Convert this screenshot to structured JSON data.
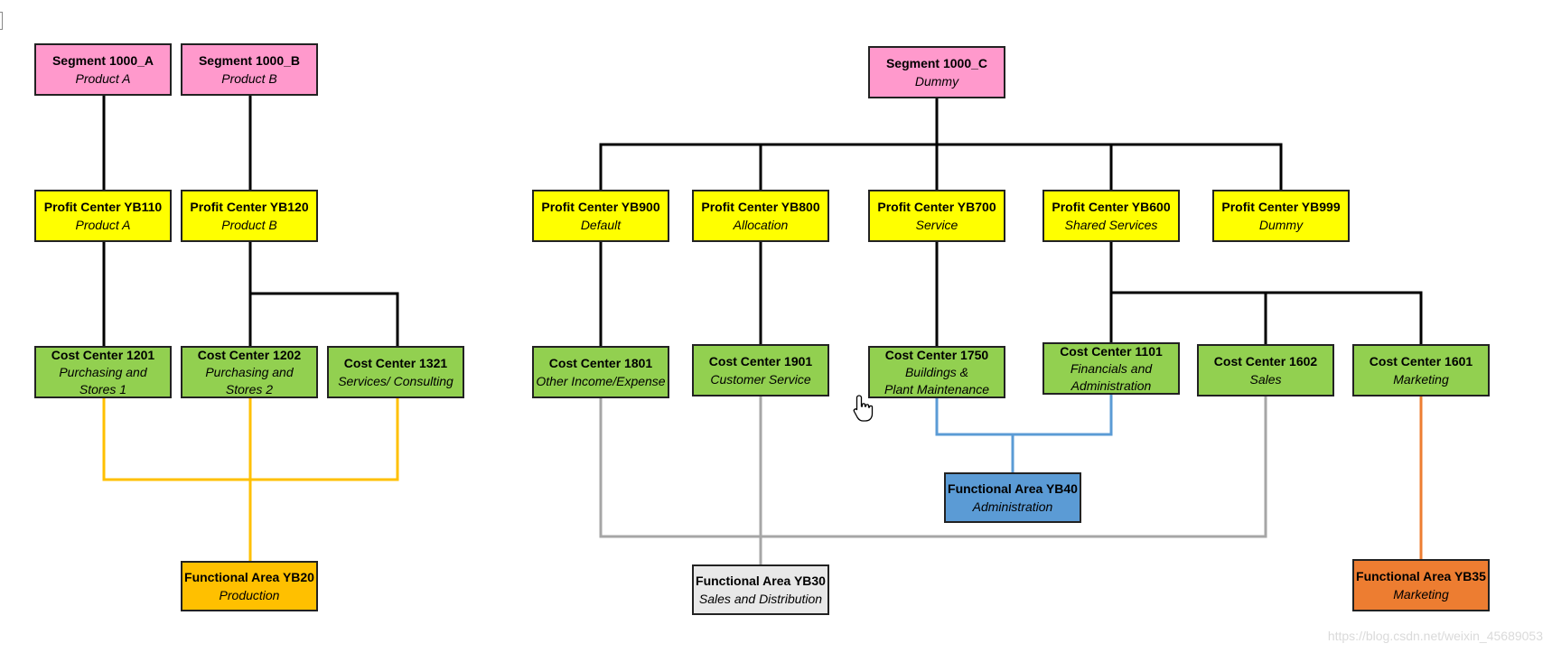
{
  "colors": {
    "segment": "#ff99cc",
    "profit": "#ffff00",
    "cost": "#92d050",
    "fa_yellow": "#ffc000",
    "fa_grey": "#e8e8e8",
    "fa_blue": "#5b9bd5",
    "fa_orange": "#ed7d31",
    "line_black": "#000000",
    "line_yellow": "#ffc000",
    "line_grey": "#a6a6a6",
    "line_blue": "#5b9bd5",
    "line_orange": "#ed7d31"
  },
  "nodes": [
    {
      "id": "seg-a",
      "title": "Segment 1000_A",
      "subtitle": "Product A",
      "fill": "segment"
    },
    {
      "id": "seg-b",
      "title": "Segment 1000_B",
      "subtitle": "Product B",
      "fill": "segment"
    },
    {
      "id": "seg-c",
      "title": "Segment 1000_C",
      "subtitle": "Dummy",
      "fill": "segment"
    },
    {
      "id": "pc-yb110",
      "title": "Profit Center YB110",
      "subtitle": "Product A",
      "fill": "profit"
    },
    {
      "id": "pc-yb120",
      "title": "Profit Center YB120",
      "subtitle": "Product B",
      "fill": "profit"
    },
    {
      "id": "pc-yb900",
      "title": "Profit Center YB900",
      "subtitle": "Default",
      "fill": "profit"
    },
    {
      "id": "pc-yb800",
      "title": "Profit Center YB800",
      "subtitle": "Allocation",
      "fill": "profit"
    },
    {
      "id": "pc-yb700",
      "title": "Profit Center YB700",
      "subtitle": "Service",
      "fill": "profit"
    },
    {
      "id": "pc-yb600",
      "title": "Profit Center YB600",
      "subtitle": "Shared Services",
      "fill": "profit"
    },
    {
      "id": "pc-yb999",
      "title": "Profit Center YB999",
      "subtitle": "Dummy",
      "fill": "profit"
    },
    {
      "id": "cc-1201",
      "title": "Cost Center 1201",
      "subtitle": "Purchasing and\nStores 1",
      "fill": "cost"
    },
    {
      "id": "cc-1202",
      "title": "Cost Center 1202",
      "subtitle": "Purchasing and\nStores 2",
      "fill": "cost"
    },
    {
      "id": "cc-1321",
      "title": "Cost Center 1321",
      "subtitle": "Services/ Consulting",
      "fill": "cost"
    },
    {
      "id": "cc-1801",
      "title": "Cost Center 1801",
      "subtitle": "Other Income/Expense",
      "fill": "cost"
    },
    {
      "id": "cc-1901",
      "title": "Cost Center 1901",
      "subtitle": "Customer Service",
      "fill": "cost"
    },
    {
      "id": "cc-1750",
      "title": "Cost Center 1750",
      "subtitle": "Buildings &\nPlant Maintenance",
      "fill": "cost"
    },
    {
      "id": "cc-1101",
      "title": "Cost Center 1101",
      "subtitle": "Financials and\nAdministration",
      "fill": "cost"
    },
    {
      "id": "cc-1602",
      "title": "Cost Center 1602",
      "subtitle": "Sales",
      "fill": "cost"
    },
    {
      "id": "cc-1601",
      "title": "Cost Center 1601",
      "subtitle": "Marketing",
      "fill": "cost"
    },
    {
      "id": "fa-yb20",
      "title": "Functional Area YB20",
      "subtitle": "Production",
      "fill": "fa_yellow"
    },
    {
      "id": "fa-yb30",
      "title": "Functional Area YB30",
      "subtitle": "Sales and Distribution",
      "fill": "fa_grey"
    },
    {
      "id": "fa-yb40",
      "title": "Functional Area YB40",
      "subtitle": "Administration",
      "fill": "fa_blue"
    },
    {
      "id": "fa-yb35",
      "title": "Functional Area YB35",
      "subtitle": "Marketing",
      "fill": "fa_orange"
    }
  ],
  "connectors": [
    {
      "from": "seg-a",
      "to": "pc-yb110",
      "color": "line_black"
    },
    {
      "from": "seg-b",
      "to": "pc-yb120",
      "color": "line_black"
    },
    {
      "from": "seg-c",
      "to": "pc-yb900",
      "color": "line_black"
    },
    {
      "from": "seg-c",
      "to": "pc-yb800",
      "color": "line_black"
    },
    {
      "from": "seg-c",
      "to": "pc-yb700",
      "color": "line_black"
    },
    {
      "from": "seg-c",
      "to": "pc-yb600",
      "color": "line_black"
    },
    {
      "from": "seg-c",
      "to": "pc-yb999",
      "color": "line_black"
    },
    {
      "from": "pc-yb110",
      "to": "cc-1201",
      "color": "line_black"
    },
    {
      "from": "pc-yb120",
      "to": "cc-1202",
      "color": "line_black"
    },
    {
      "from": "pc-yb120",
      "to": "cc-1321",
      "color": "line_black"
    },
    {
      "from": "pc-yb900",
      "to": "cc-1801",
      "color": "line_black"
    },
    {
      "from": "pc-yb800",
      "to": "cc-1901",
      "color": "line_black"
    },
    {
      "from": "pc-yb700",
      "to": "cc-1750",
      "color": "line_black"
    },
    {
      "from": "pc-yb600",
      "to": "cc-1101",
      "color": "line_black"
    },
    {
      "from": "pc-yb600",
      "to": "cc-1602",
      "color": "line_black"
    },
    {
      "from": "pc-yb600",
      "to": "cc-1601",
      "color": "line_black"
    },
    {
      "from": "cc-1201",
      "to": "fa-yb20",
      "color": "line_yellow"
    },
    {
      "from": "cc-1202",
      "to": "fa-yb20",
      "color": "line_yellow"
    },
    {
      "from": "cc-1321",
      "to": "fa-yb20",
      "color": "line_yellow"
    },
    {
      "from": "cc-1801",
      "to": "fa-yb30",
      "color": "line_grey"
    },
    {
      "from": "cc-1901",
      "to": "fa-yb30",
      "color": "line_grey"
    },
    {
      "from": "cc-1602",
      "to": "fa-yb30",
      "color": "line_grey"
    },
    {
      "from": "cc-1750",
      "to": "fa-yb40",
      "color": "line_blue"
    },
    {
      "from": "cc-1101",
      "to": "fa-yb40",
      "color": "line_blue"
    },
    {
      "from": "cc-1601",
      "to": "fa-yb35",
      "color": "line_orange"
    }
  ],
  "watermark": "https://blog.csdn.net/weixin_45689053",
  "cursor_icon": "hand-pointer-icon"
}
